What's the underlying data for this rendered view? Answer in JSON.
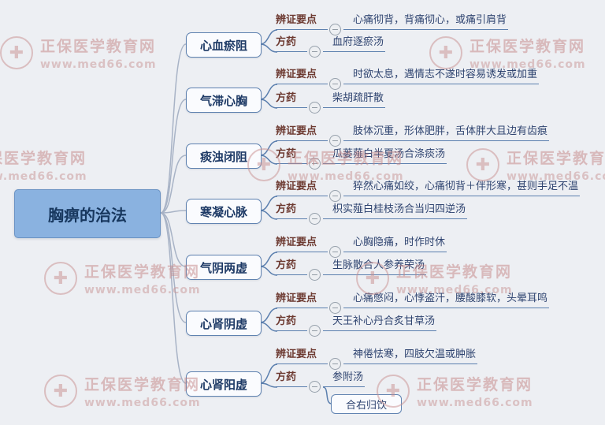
{
  "root": {
    "label": "胸痹的治法"
  },
  "labels": {
    "points": "辨证要点",
    "formula": "方药"
  },
  "icons": {
    "collapse": "−",
    "watermark_cross": "✚"
  },
  "watermark": {
    "title": "正保医学教育网",
    "url": "www.med66.com"
  },
  "colors": {
    "root_fill": "#8ab2e0",
    "node_border": "#5f82b0",
    "line": "#5b7fae",
    "label_text": "#6d3a31",
    "content_text": "#2f4470",
    "watermark": "#c48585",
    "background": "#edeff3"
  },
  "branches": [
    {
      "label": "心血瘀阻",
      "points": "心痛彻背，背痛彻心，或痛引肩背",
      "formula": "血府逐瘀汤"
    },
    {
      "label": "气滞心胸",
      "points": "时欲太息，遇情志不遂时容易诱发或加重",
      "formula": "柴胡疏肝散"
    },
    {
      "label": "痰浊闭阻",
      "points": "肢体沉重，形体肥胖，舌体胖大且边有齿痕",
      "formula": "瓜蒌薤白半夏汤合涤痰汤"
    },
    {
      "label": "寒凝心脉",
      "points": "猝然心痛如绞，心痛彻背＋伴形寒，甚则手足不温",
      "formula": "枳实薤白桂枝汤合当归四逆汤"
    },
    {
      "label": "气阴两虚",
      "points": "心胸隐痛，时作时休",
      "formula": "生脉散合人参养荣汤"
    },
    {
      "label": "心肾阴虚",
      "points": "心痛憋闷，心悸盗汗，腰酸膝软，头晕耳鸣",
      "formula": "天王补心丹合炙甘草汤"
    },
    {
      "label": "心肾阳虚",
      "points": "神倦怯寒，四肢欠温或肿胀",
      "formula": "参附汤",
      "formula_extra": "合右归饮"
    }
  ]
}
